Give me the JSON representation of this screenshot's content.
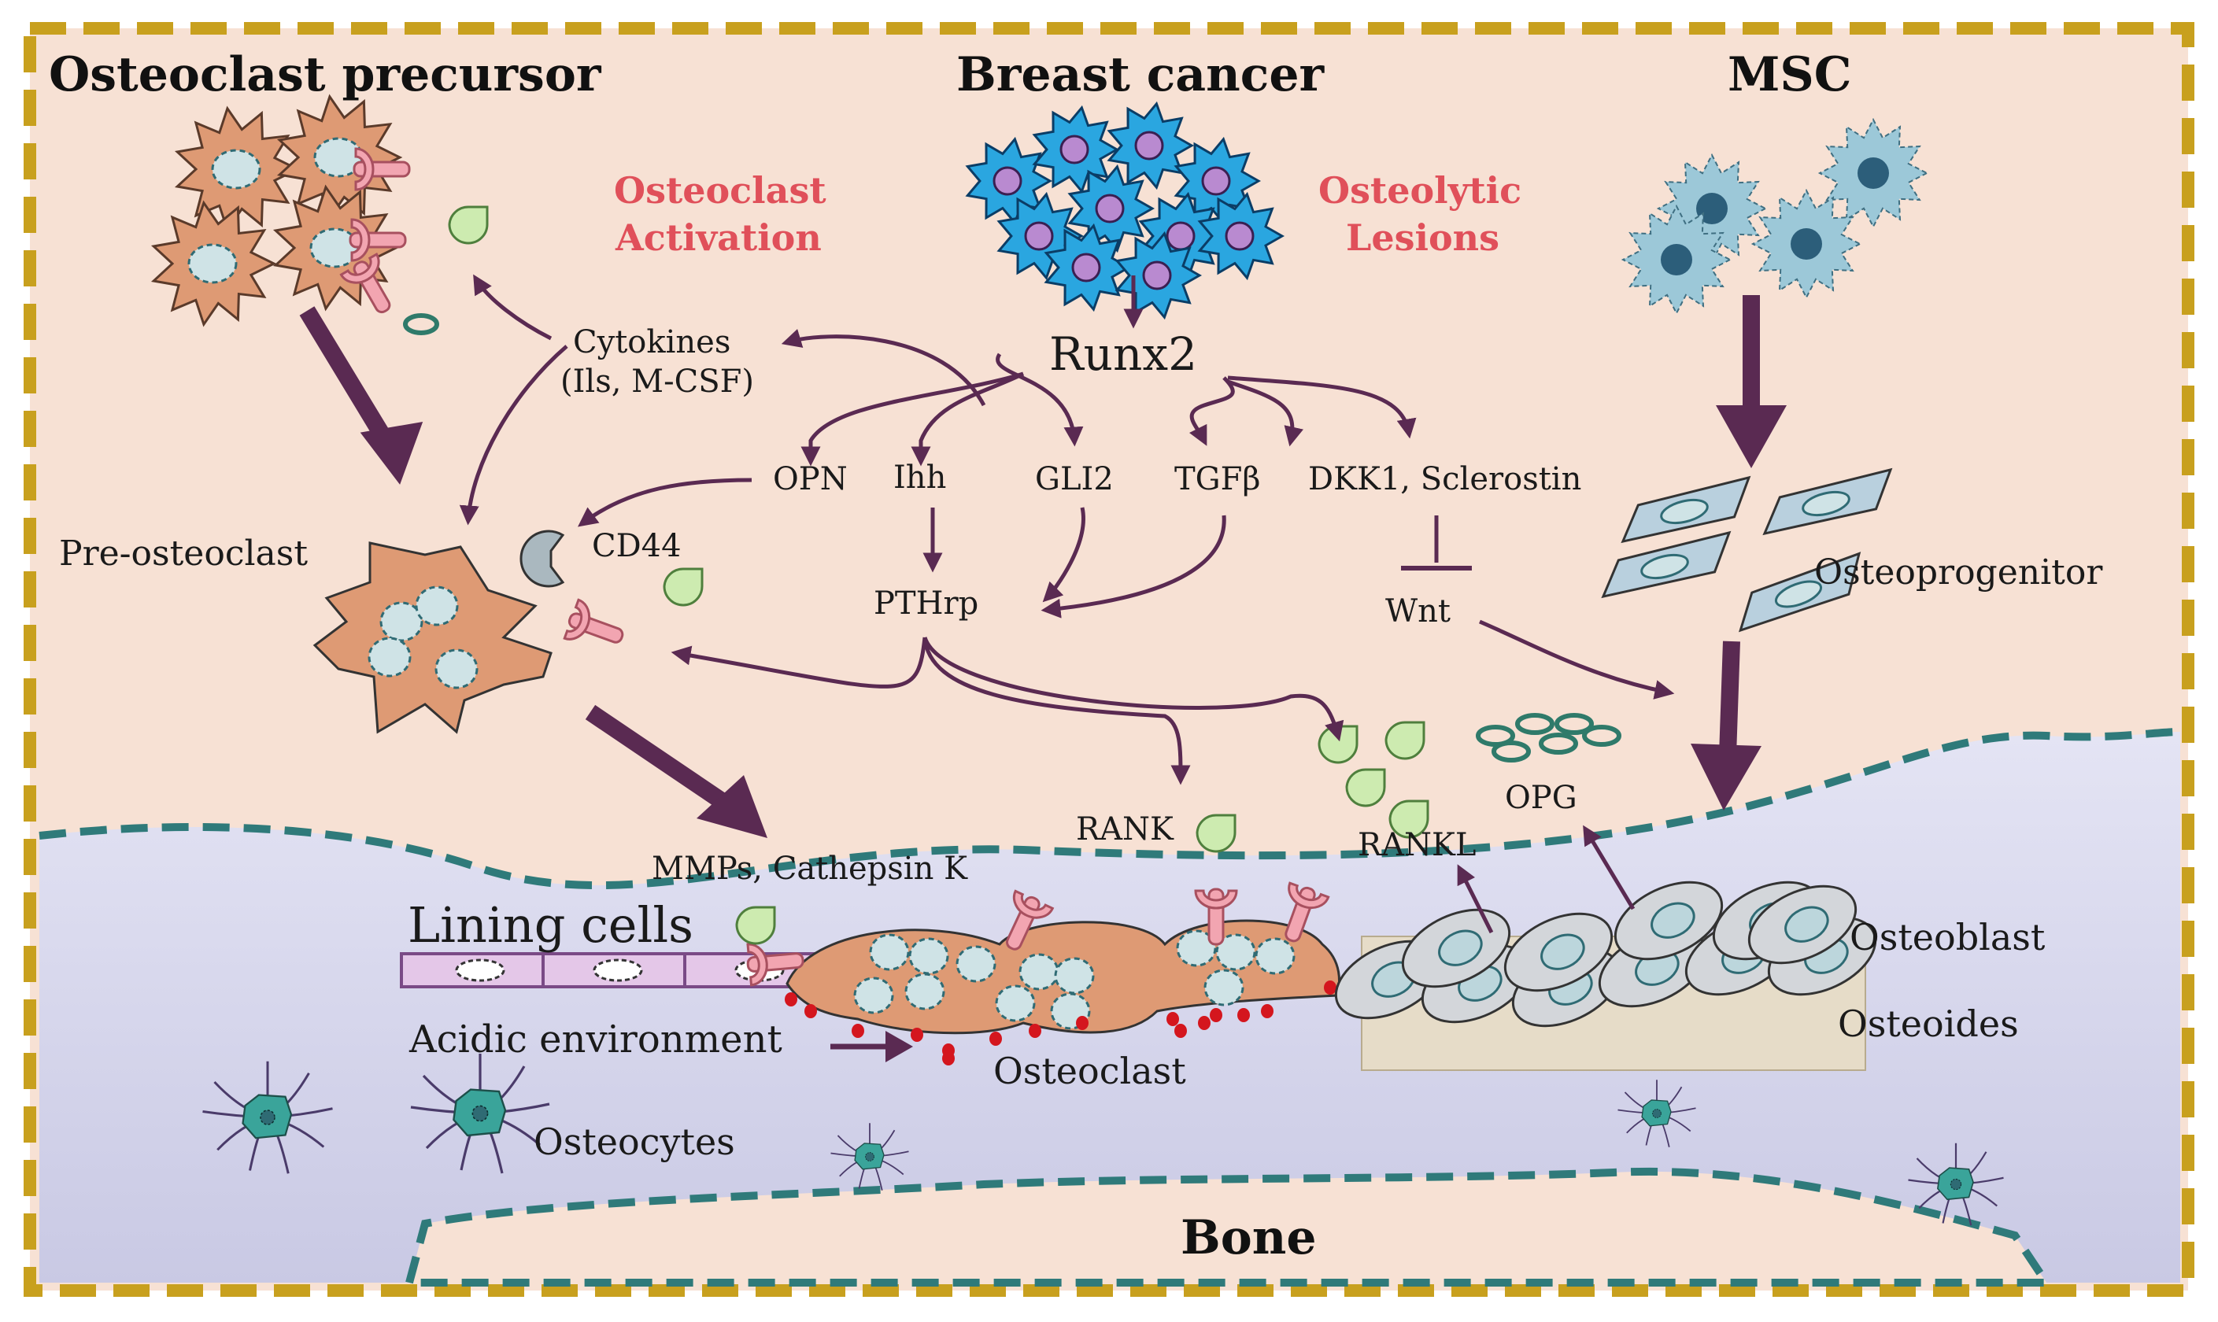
{
  "titles": {
    "osteoclast_precursor": "Osteoclast precursor",
    "breast_cancer": "Breast cancer",
    "msc": "MSC",
    "bone": "Bone"
  },
  "highlights": {
    "osteoclast_activation_1": "Osteoclast",
    "osteoclast_activation_2": "Activation",
    "osteolytic_lesions_1": "Osteolytic",
    "osteolytic_lesions_2": "Lesions"
  },
  "factors": {
    "runx2": "Runx2",
    "cytokines_1": "Cytokines",
    "cytokines_2": "(Ils, M-CSF)",
    "opn": "OPN",
    "ihh": "Ihh",
    "gli2": "GLI2",
    "tgfb": "TGFβ",
    "dkk1": "DKK1, Sclerostin",
    "pthrp": "PTHrp",
    "wnt": "Wnt",
    "cd44": "CD44",
    "rank": "RANK",
    "rankl": "RANKL",
    "opg": "OPG",
    "mmps": "MMPs, Cathepsin K"
  },
  "cells": {
    "pre_osteoclast": "Pre-osteoclast",
    "osteoprogenitor": "Osteoprogenitor",
    "lining_cells": "Lining cells",
    "acidic_environment": "Acidic environment",
    "osteoclast": "Osteoclast",
    "osteocytes": "Osteocytes",
    "osteoblast": "Osteoblast",
    "osteoides": "Osteoides"
  },
  "colors": {
    "frame": "#c8a01e",
    "background": "#f7e1d4",
    "bone": "#d9d9ee",
    "osteoclast": "#de9a74",
    "cancer": "#2aa6e0",
    "msc": "#9cc8d8",
    "arrow": "#5a2a52",
    "highlight_text": "#e0505a",
    "ligand": "#cdebb0"
  }
}
